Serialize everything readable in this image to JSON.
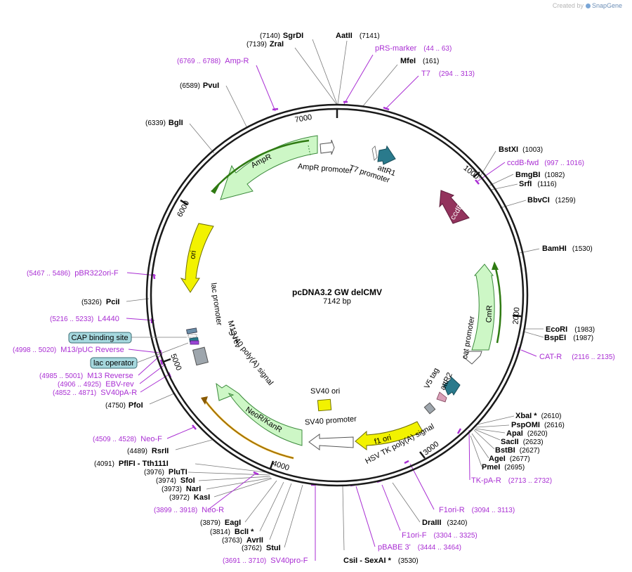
{
  "credit": {
    "created_by": "Created by",
    "brand": "SnapGene"
  },
  "map": {
    "name": "pcDNA3.2 GW delCMV",
    "length": "7142 bp",
    "ticks": [
      "1000",
      "2000",
      "3000",
      "4000",
      "5000",
      "6000",
      "7000"
    ]
  },
  "sites": [
    {
      "pos": "(7140)",
      "name": "SgrDI"
    },
    {
      "name": "AatII",
      "pos": "(7141)"
    },
    {
      "pos": "(7139)",
      "name": "ZraI"
    },
    {
      "name": "MfeI",
      "pos": "(161)"
    },
    {
      "pos": "(6589)",
      "name": "PvuI"
    },
    {
      "pos": "(6339)",
      "name": "BglI"
    },
    {
      "name": "BstXI",
      "pos": "(1003)"
    },
    {
      "name": "BmgBI",
      "pos": "(1082)"
    },
    {
      "name": "SrfI",
      "pos": "(1116)"
    },
    {
      "name": "BbvCI",
      "pos": "(1259)"
    },
    {
      "name": "BamHI",
      "pos": "(1530)"
    },
    {
      "pos": "(5326)",
      "name": "PciI"
    },
    {
      "name": "EcoRI",
      "pos": "(1983)"
    },
    {
      "name": "BspEI",
      "pos": "(1987)"
    },
    {
      "pos": "(4750)",
      "name": "PfoI"
    },
    {
      "name": "XbaI *",
      "pos": "(2610)"
    },
    {
      "name": "PspOMI",
      "pos": "(2616)"
    },
    {
      "name": "ApaI",
      "pos": "(2620)"
    },
    {
      "name": "SacII",
      "pos": "(2623)"
    },
    {
      "name": "BstBI",
      "pos": "(2627)"
    },
    {
      "name": "AgeI",
      "pos": "(2677)"
    },
    {
      "name": "PmeI",
      "pos": "(2695)"
    },
    {
      "pos": "(4489)",
      "name": "RsrII"
    },
    {
      "pos": "(4091)",
      "name": "PflFI  - Tth111I"
    },
    {
      "pos": "(3976)",
      "name": "PluTI"
    },
    {
      "pos": "(3974)",
      "name": "SfoI"
    },
    {
      "pos": "(3973)",
      "name": "NarI"
    },
    {
      "pos": "(3972)",
      "name": "KasI"
    },
    {
      "pos": "(3879)",
      "name": "EagI"
    },
    {
      "pos": "(3814)",
      "name": "BclI *"
    },
    {
      "pos": "(3763)",
      "name": "AvrII"
    },
    {
      "pos": "(3762)",
      "name": "StuI"
    },
    {
      "name": "DraIII",
      "pos": "(3240)"
    },
    {
      "name": "CsiI  - SexAI *",
      "pos": "(3530)"
    }
  ],
  "primers": [
    {
      "name": "pRS-marker",
      "range": "(44 .. 63)"
    },
    {
      "range": "(6769 .. 6788)",
      "name": "Amp-R"
    },
    {
      "name": "T7",
      "range": "(294 .. 313)"
    },
    {
      "name": "ccdB-fwd",
      "range": "(997 .. 1016)"
    },
    {
      "range": "(5467 .. 5486)",
      "name": "pBR322ori-F"
    },
    {
      "range": "(5216 .. 5233)",
      "name": "L4440"
    },
    {
      "range": "(4998 .. 5020)",
      "name": "M13/pUC Reverse"
    },
    {
      "range": "(4985 .. 5001)",
      "name": "M13 Reverse"
    },
    {
      "range": "(4906 .. 4925)",
      "name": "EBV-rev"
    },
    {
      "range": "(4852 .. 4871)",
      "name": "SV40pA-R"
    },
    {
      "name": "CAT-R",
      "range": "(2116 .. 2135)"
    },
    {
      "range": "(4509 .. 4528)",
      "name": "Neo-F"
    },
    {
      "name": "TK-pA-R",
      "range": "(2713 .. 2732)"
    },
    {
      "name": "F1ori-R",
      "range": "(3094 .. 3113)"
    },
    {
      "range": "(3899 .. 3918)",
      "name": "Neo-R"
    },
    {
      "name": "F1ori-F",
      "range": "(3304 .. 3325)"
    },
    {
      "name": "pBABE 3'",
      "range": "(3444 .. 3464)"
    },
    {
      "range": "(3691 .. 3710)",
      "name": "SV40pro-F"
    }
  ],
  "boxed_features": [
    {
      "name": "CAP binding site"
    },
    {
      "name": "lac operator"
    }
  ],
  "features": {
    "ampr": "AmpR",
    "ampr_promoter": "AmpR promoter",
    "t7_promoter": "T7 promoter",
    "attr1": "attR1",
    "ccdb": "ccdB",
    "ori": "ori",
    "cmr": "CmR",
    "cat_promoter": "cat promoter",
    "lac_promoter": "lac promoter",
    "m13_rev": "M13 rev",
    "sv40_polya": "SV40 poly(A) signal",
    "v5_tag": "V5 tag",
    "attr2": "attR2",
    "sv40_ori": "SV40 ori",
    "hsv_tk_polya": "HSV TK poly(A) signal",
    "sv40_promoter": "SV40 promoter",
    "f1_ori": "f1 ori",
    "neokanr": "NeoR/KanR"
  },
  "colors": {
    "backbone": "#1a1a1a",
    "primer": "#a92ed3",
    "marker_fill": "#cdf7c6",
    "marker_stroke": "#3b8a3b",
    "ori_yellow": "#f2f200",
    "ccdb": "#93335d",
    "attr_teal": "#2a7a8c",
    "box_fill": "#a6d8de"
  }
}
